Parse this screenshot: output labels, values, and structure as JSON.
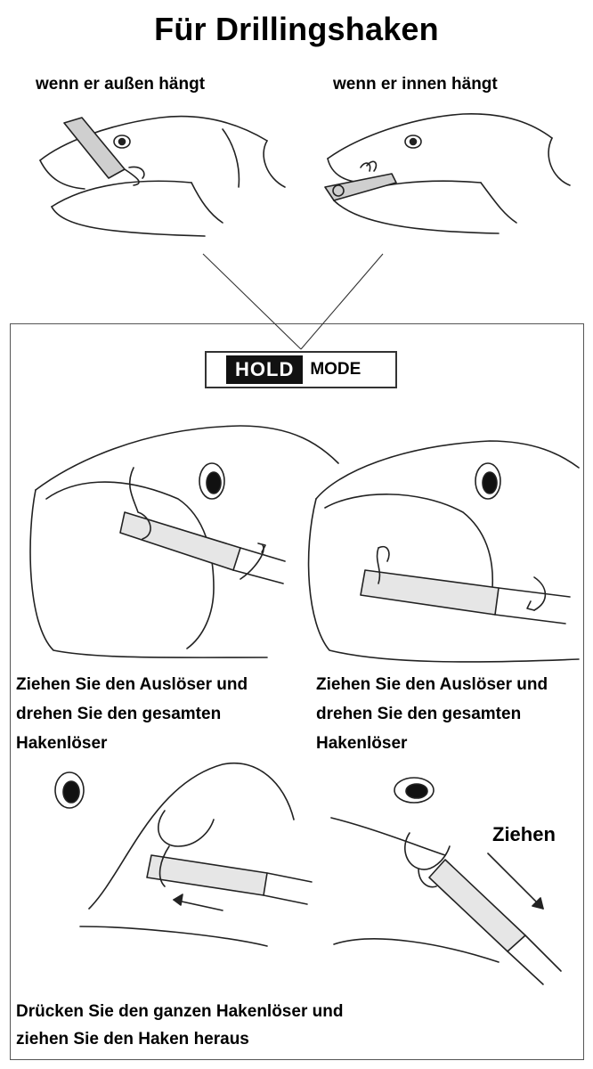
{
  "title": "Für Drillingshaken",
  "top_labels": {
    "outside": "wenn er außen hängt",
    "inside": "wenn er innen hängt"
  },
  "mode_badge": {
    "hold": "HOLD",
    "mode": "MODE"
  },
  "steps": {
    "step1": "Ziehen Sie den Auslöser und drehen Sie den gesamten Hakenlöser",
    "step2": "Ziehen Sie den Auslöser und drehen Sie den gesamten Hakenlöser",
    "step3_4": "Drücken Sie den ganzen Hakenlöser und ziehen Sie den Haken heraus"
  },
  "pull_label": "Ziehen"
}
